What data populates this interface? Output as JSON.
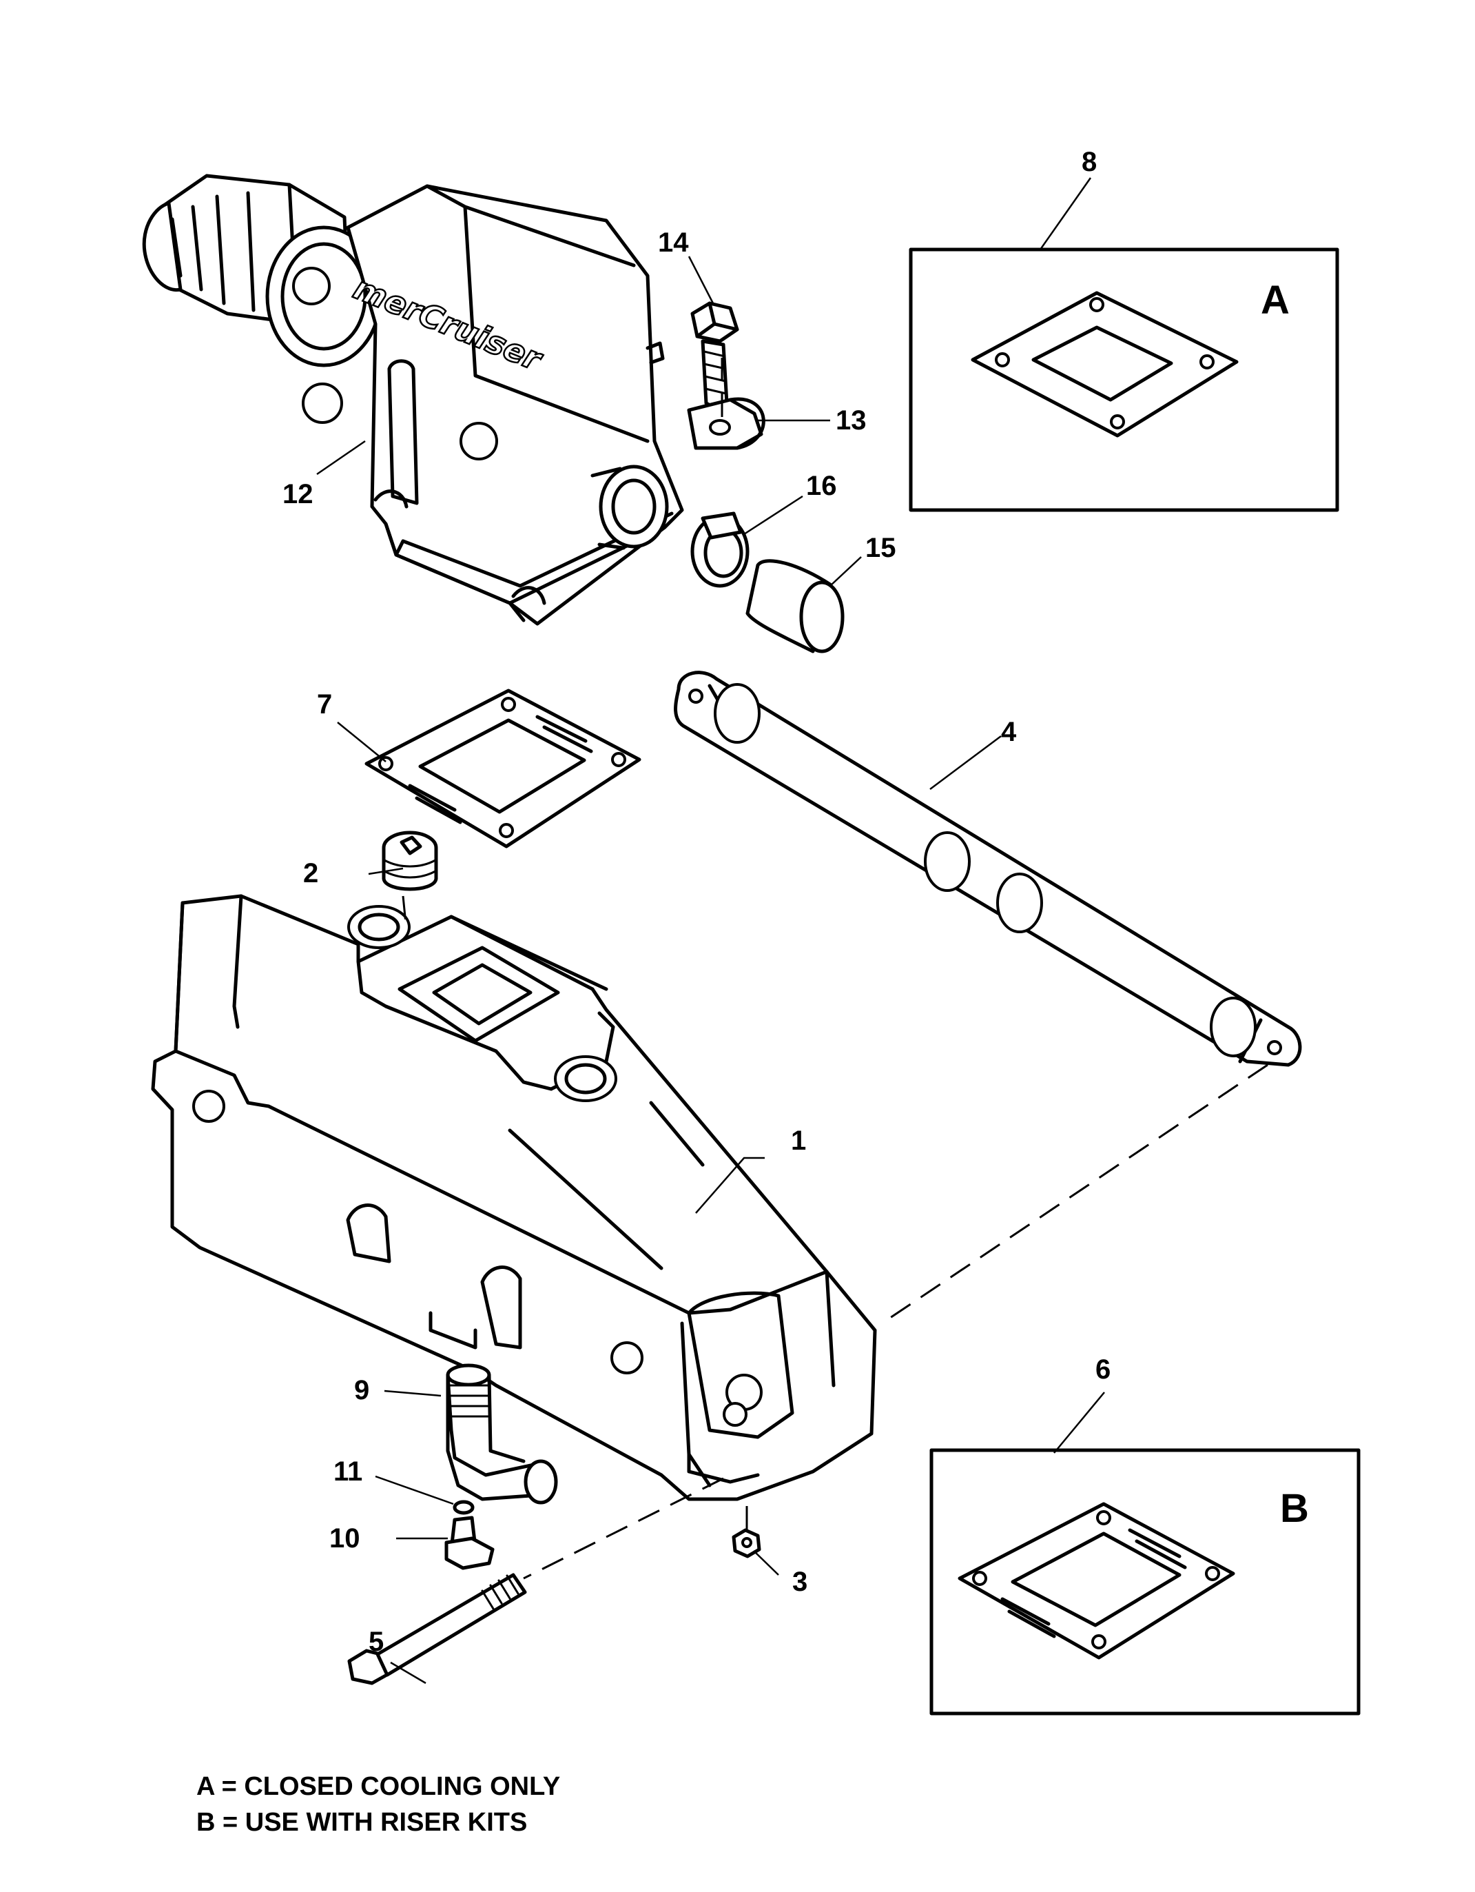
{
  "callouts": [
    {
      "id": "1",
      "text": "1"
    },
    {
      "id": "2",
      "text": "2"
    },
    {
      "id": "3",
      "text": "3"
    },
    {
      "id": "4",
      "text": "4"
    },
    {
      "id": "5",
      "text": "5"
    },
    {
      "id": "6",
      "text": "6"
    },
    {
      "id": "7",
      "text": "7"
    },
    {
      "id": "8",
      "text": "8"
    },
    {
      "id": "9",
      "text": "9"
    },
    {
      "id": "10",
      "text": "10"
    },
    {
      "id": "11",
      "text": "11"
    },
    {
      "id": "12",
      "text": "12"
    },
    {
      "id": "13",
      "text": "13"
    },
    {
      "id": "14",
      "text": "14"
    },
    {
      "id": "15",
      "text": "15"
    },
    {
      "id": "16",
      "text": "16"
    }
  ],
  "boxes": {
    "a": {
      "label": "A"
    },
    "b": {
      "label": "B"
    }
  },
  "brand_logo": "merCruiser",
  "legend": [
    {
      "text": "A = CLOSED COOLING ONLY"
    },
    {
      "text": "B = USE WITH RISER KITS"
    }
  ]
}
